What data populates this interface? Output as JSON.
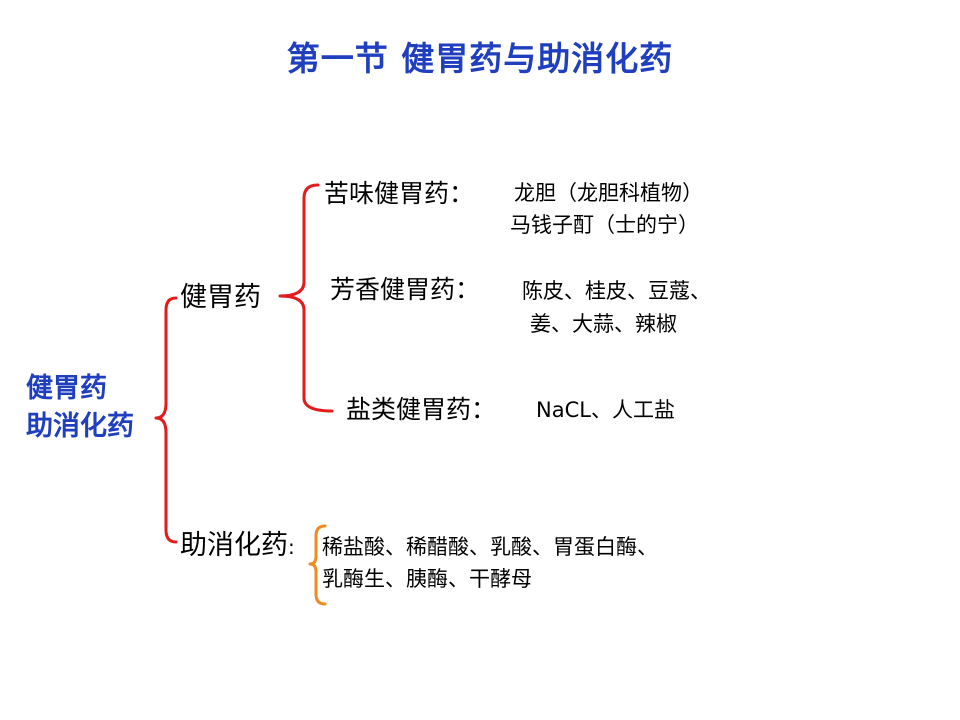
{
  "title": "第一节    健胃药与助消化药",
  "colors": {
    "title": "#1f3fbf",
    "brace_main": "#e21b1b",
    "brace_sub": "#f08a24"
  },
  "root": {
    "line1": "健胃药",
    "line2": "助消化药"
  },
  "branches": {
    "stomachic": {
      "label": "健胃药",
      "items": [
        {
          "label": "苦味健胃药",
          "colon": "：",
          "details": [
            "龙胆（龙胆科植物）",
            "马钱子酊（士的宁）"
          ]
        },
        {
          "label": "芳香健胃药",
          "colon": "：",
          "details": [
            "陈皮、桂皮、豆蔻、",
            "姜、大蒜、辣椒"
          ]
        },
        {
          "label": "盐类健胃药",
          "colon": "：",
          "details": [
            "NaCL、人工盐"
          ]
        }
      ]
    },
    "digestive": {
      "label": "助消化药",
      "colon": ":",
      "details": [
        "稀盐酸、稀醋酸、乳酸、胃蛋白酶、",
        "乳酶生、胰酶、干酵母"
      ]
    }
  }
}
